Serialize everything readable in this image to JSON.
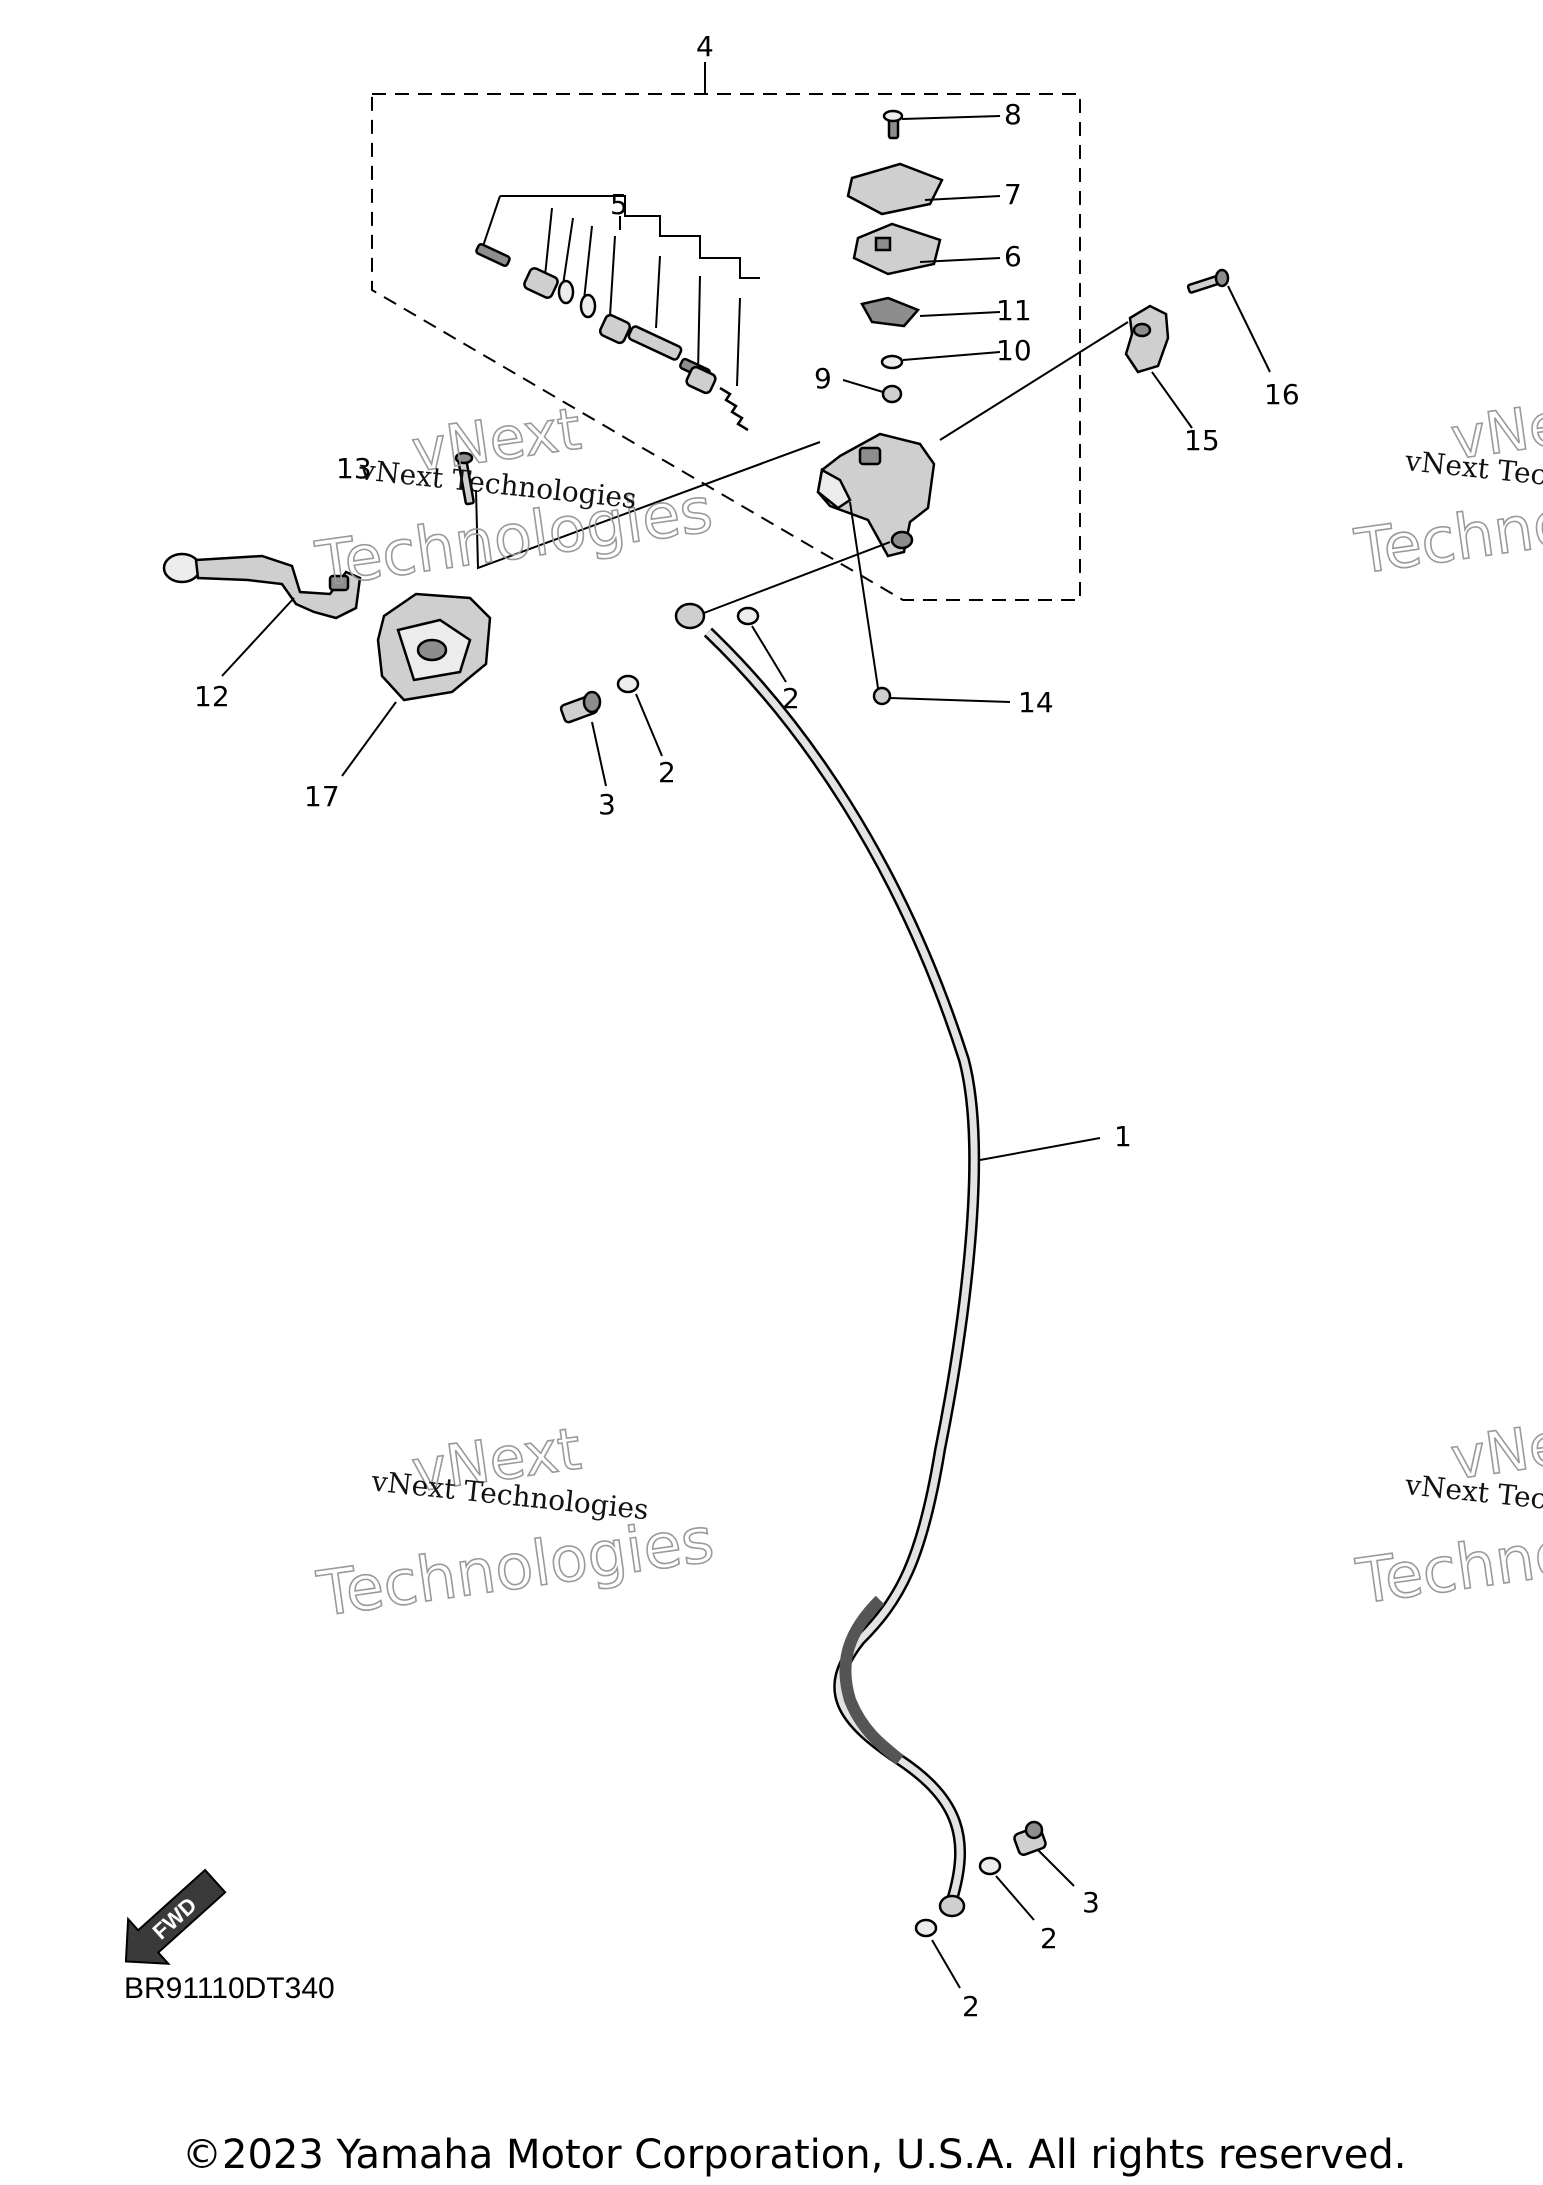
{
  "diagram": {
    "drawing_code": "BR91110DT340",
    "copyright": "©2023 Yamaha Motor Corporation, U.S.A. All rights reserved.",
    "fwd_label": "FWD",
    "callouts": {
      "c1": "1",
      "c2a": "2",
      "c2b": "2",
      "c2c": "2",
      "c2d": "2",
      "c3a": "3",
      "c3b": "3",
      "c4": "4",
      "c5": "5",
      "c6": "6",
      "c7": "7",
      "c8": "8",
      "c9": "9",
      "c10": "10",
      "c11": "11",
      "c12": "12",
      "c13": "13",
      "c14": "14",
      "c15": "15",
      "c16": "16",
      "c17": "17"
    },
    "watermark": {
      "text": "vNext Technologies",
      "line1": "vNext",
      "line2": "Technologies"
    }
  }
}
